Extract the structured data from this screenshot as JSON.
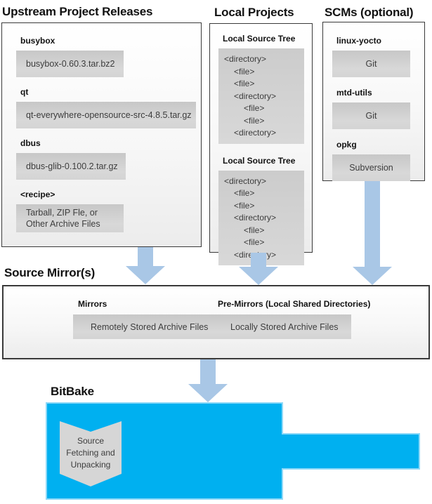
{
  "upstream": {
    "title": "Upstream Project Releases",
    "items": [
      {
        "label": "busybox",
        "chip": "busybox-0.60.3.tar.bz2"
      },
      {
        "label": "qt",
        "chip": "qt-everywhere-opensource-src-4.8.5.tar.gz"
      },
      {
        "label": "dbus",
        "chip": "dbus-glib-0.100.2.tar.gz"
      },
      {
        "label": "<recipe>",
        "chip_lines": [
          "Tarball, ZIP Fle, or",
          "Other Archive Files"
        ]
      }
    ]
  },
  "local": {
    "title": "Local Projects",
    "trees": [
      {
        "label": "Local Source Tree",
        "lines": [
          {
            "text": "<directory>",
            "indent": 0
          },
          {
            "text": "<file>",
            "indent": 1
          },
          {
            "text": "<file>",
            "indent": 1
          },
          {
            "text": "<directory>",
            "indent": 1
          },
          {
            "text": "<file>",
            "indent": 2
          },
          {
            "text": "<file>",
            "indent": 2
          },
          {
            "text": "<directory>",
            "indent": 1
          }
        ]
      },
      {
        "label": "Local Source Tree",
        "lines": [
          {
            "text": "<directory>",
            "indent": 0
          },
          {
            "text": "<file>",
            "indent": 1
          },
          {
            "text": "<file>",
            "indent": 1
          },
          {
            "text": "<directory>",
            "indent": 1
          },
          {
            "text": "<file>",
            "indent": 2
          },
          {
            "text": "<file>",
            "indent": 2
          },
          {
            "text": "<directory>",
            "indent": 1
          }
        ]
      }
    ]
  },
  "scms": {
    "title": "SCMs (optional)",
    "items": [
      {
        "label": "linux-yocto",
        "chip": "Git"
      },
      {
        "label": "mtd-utils",
        "chip": "Git"
      },
      {
        "label": "opkg",
        "chip": "Subversion"
      }
    ]
  },
  "mirrors": {
    "heading": "Source Mirror(s)",
    "groups": [
      {
        "label": "Mirrors",
        "chip": "Remotely Stored Archive Files"
      },
      {
        "label": "Pre-Mirrors (Local Shared Directories)",
        "chip": "Locally Stored Archive Files"
      }
    ]
  },
  "bitbake": {
    "title": "BitBake",
    "ribbon_lines": [
      "Source",
      "Fetching and",
      "Unpacking"
    ]
  },
  "colors": {
    "accent_cyan": "#00b0f0",
    "arrow_blue": "#a9c7e6",
    "chip_gray": "#d2d2d2",
    "panel_border": "#3a3a3a"
  }
}
